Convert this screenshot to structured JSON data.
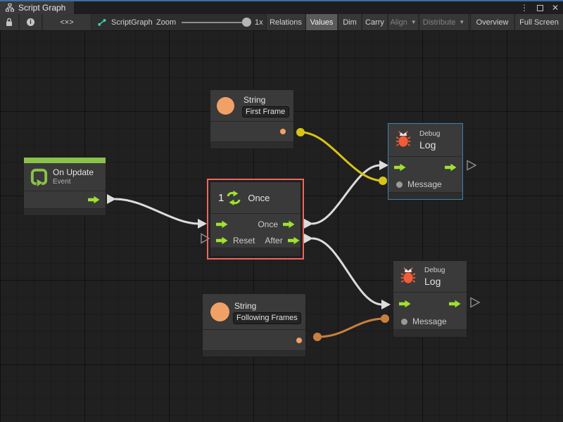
{
  "window": {
    "tab_title": "Script Graph",
    "controls": {
      "more": "⋮",
      "close": "✕"
    }
  },
  "toolbar": {
    "code_glyph": "<×>",
    "graph_name": "ScriptGraph",
    "zoom_label": "Zoom",
    "zoom_value": "1x",
    "relations": "Relations",
    "values": "Values",
    "dim": "Dim",
    "carry": "Carry",
    "align": "Align",
    "distribute": "Distribute",
    "caret": "▼",
    "overview": "Overview",
    "full_screen": "Full Screen"
  },
  "nodes": {
    "string_first": {
      "title": "String",
      "value": "First Frame"
    },
    "on_update": {
      "title": "On Update",
      "subtitle": "Event"
    },
    "once": {
      "count": "1",
      "title": "Once",
      "out_once": "Once",
      "in_reset": "Reset",
      "out_after": "After"
    },
    "debug_top": {
      "kind": "Debug",
      "title": "Log",
      "message": "Message"
    },
    "debug_bottom": {
      "kind": "Debug",
      "title": "Log",
      "message": "Message"
    },
    "string_following": {
      "title": "String",
      "value": "Following Frames"
    }
  },
  "icons": {
    "tab": "graph-hierarchy-icon",
    "lock": "padlock-icon",
    "info": "info-circle-icon",
    "graph": "node-tree-icon",
    "bug": "debug-bug-icon",
    "loop": "update-loop-icon",
    "cycle": "once-cycle-icon"
  },
  "colors": {
    "flow_green": "#9fe12f",
    "event_green": "#8bc24a",
    "string_orange": "#f2a166",
    "bug_orange": "#f25b35",
    "selection_red": "#f2655c",
    "highlight_blue": "#3f81b0",
    "wire_white": "#dcdcdc",
    "wire_yellow": "#d8c415",
    "wire_orange": "#c87f3e",
    "focus_blue": "#3a6ea5"
  }
}
